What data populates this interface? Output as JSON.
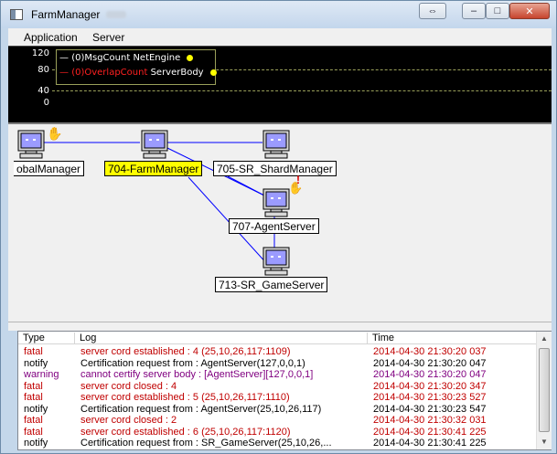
{
  "window": {
    "title": "FarmManager"
  },
  "controls": {
    "swap": "⇔",
    "minimize": "–",
    "maximize": "□",
    "close": "✕"
  },
  "menu": {
    "items": [
      "Application",
      "Server"
    ]
  },
  "graph": {
    "y_labels": [
      "120",
      "80",
      "40",
      "0"
    ],
    "legend": [
      {
        "prefix": "—",
        "count": "(0)",
        "metric": "MsgCount",
        "server": "NetEngine",
        "color": "#ffffff"
      },
      {
        "prefix": "—",
        "count": "(0)",
        "metric": "OverlapCount",
        "server": "ServerBody",
        "color": "#ff2020"
      }
    ],
    "marker_color": "#ffff00"
  },
  "topology": {
    "nodes": [
      {
        "label": "obalManager",
        "selected": false,
        "alert": false,
        "hand": true
      },
      {
        "label": "704-FarmManager",
        "selected": true,
        "alert": false,
        "hand": false
      },
      {
        "label": "705-SR_ShardManager",
        "selected": false,
        "alert": false,
        "hand": false
      },
      {
        "label": "707-AgentServer",
        "selected": false,
        "alert": true,
        "hand": true
      },
      {
        "label": "713-SR_GameServer",
        "selected": false,
        "alert": false,
        "hand": false
      }
    ],
    "link_color": "#0000ff"
  },
  "log": {
    "columns": {
      "type": "Type",
      "log": "Log",
      "time": "Time"
    },
    "rows": [
      {
        "type": "fatal",
        "log": "server cord established : 4 (25,10,26,117:1109)",
        "time": "2014-04-30 21:30:20 037"
      },
      {
        "type": "notify",
        "log": "Certification request from : AgentServer(127,0,0,1)",
        "time": "2014-04-30 21:30:20 047"
      },
      {
        "type": "warning",
        "log": "cannot certify server body : [AgentServer][127,0,0,1]",
        "time": "2014-04-30 21:30:20 047"
      },
      {
        "type": "fatal",
        "log": "server cord closed : 4",
        "time": "2014-04-30 21:30:20 347"
      },
      {
        "type": "fatal",
        "log": "server cord established : 5 (25,10,26,117:1110)",
        "time": "2014-04-30 21:30:23 527"
      },
      {
        "type": "notify",
        "log": "Certification request from : AgentServer(25,10,26,117)",
        "time": "2014-04-30 21:30:23 547"
      },
      {
        "type": "fatal",
        "log": "server cord closed : 2",
        "time": "2014-04-30 21:30:32 031"
      },
      {
        "type": "fatal",
        "log": "server cord established : 6 (25,10,26,117:1120)",
        "time": "2014-04-30 21:30:41 225"
      },
      {
        "type": "notify",
        "log": "Certification request from : SR_GameServer(25,10,26,...",
        "time": "2014-04-30 21:30:41 225"
      }
    ],
    "level_colors": {
      "fatal": "#c00000",
      "notify": "#000000",
      "warning": "#800080"
    }
  }
}
